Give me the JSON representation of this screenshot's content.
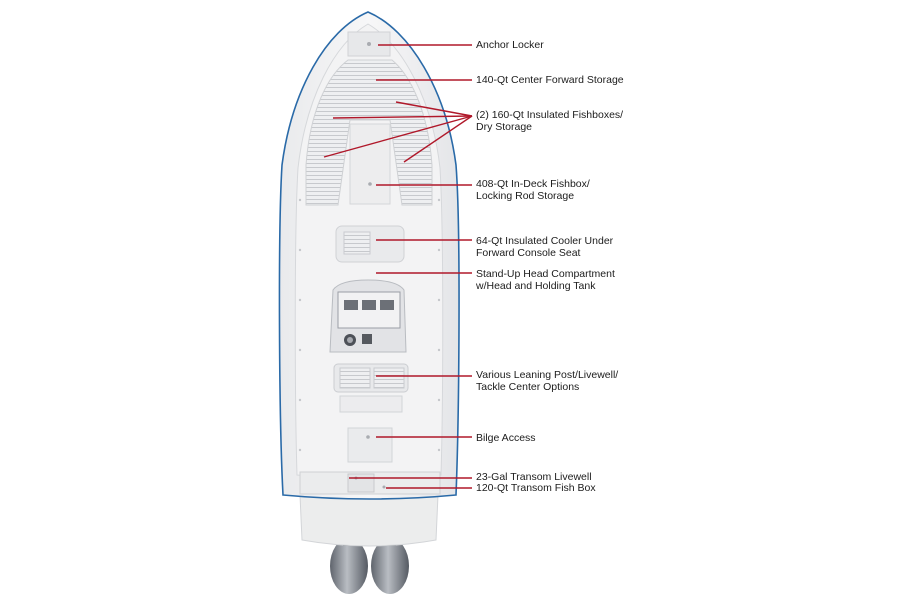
{
  "diagram": {
    "accent_color": "#b0182a",
    "hull_outline_color": "#2a6aa8",
    "callouts": [
      {
        "id": "anchor-locker",
        "lines": [
          "Anchor Locker"
        ]
      },
      {
        "id": "center-forward-storage",
        "lines": [
          "140-Qt Center Forward Storage"
        ]
      },
      {
        "id": "insulated-fishboxes",
        "lines": [
          "(2) 160-Qt Insulated Fishboxes/",
          "Dry Storage"
        ]
      },
      {
        "id": "in-deck-fishbox",
        "lines": [
          "408-Qt In-Deck Fishbox/",
          "Locking Rod Storage"
        ]
      },
      {
        "id": "insulated-cooler",
        "lines": [
          "64-Qt Insulated Cooler Under",
          "Forward Console Seat"
        ]
      },
      {
        "id": "head-compartment",
        "lines": [
          "Stand-Up Head Compartment",
          "w/Head and Holding Tank"
        ]
      },
      {
        "id": "leaning-post-options",
        "lines": [
          "Various Leaning Post/Livewell/",
          "Tackle Center Options"
        ]
      },
      {
        "id": "bilge-access",
        "lines": [
          "Bilge Access"
        ]
      },
      {
        "id": "transom-livewell",
        "lines": [
          "23-Gal Transom Livewell"
        ]
      },
      {
        "id": "transom-fish-box",
        "lines": [
          "120-Qt Transom Fish Box"
        ]
      }
    ]
  }
}
